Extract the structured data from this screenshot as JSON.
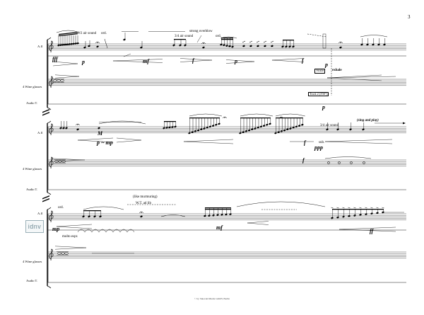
{
  "page": {
    "page_number": "3",
    "footer": "© by Sikorski Musik GmbH, Berlin",
    "watermark_logo": "idnv"
  },
  "instruments": {
    "flute": "A.fl",
    "glasses": "4 Wine glasses",
    "audio": "Audio T."
  },
  "system1": {
    "half_air": "1/2 air sound",
    "ord1": "ord.",
    "three_quarter_air": "3/4 air sound",
    "strong_overblow": "strong overblow",
    "ord2": "ord.",
    "voice_box": "Voice",
    "exhale": "exhale",
    "track_box": "Track 2 (3'50\")",
    "dyn_fff": "fff",
    "dyn_p1": "p",
    "dyn_mf": "mf",
    "dyn_f": "f",
    "dyn_p2": "p",
    "dyn_fz": "f",
    "dyn_p3": "p",
    "dyn_p4": "p"
  },
  "system2": {
    "sing_play": "(sing and play)",
    "three_quarter_air": "3/4 air sound",
    "sub": "sub.",
    "dyn_M": "M",
    "dyn_p_mp": "p ~ mp",
    "dyn_f": "f",
    "dyn_ppp": "ppp",
    "dyn_f2": "f"
  },
  "system3": {
    "ord": "ord.",
    "like_murmuring": "(like murmuring)",
    "wt_ad_lib": "W.T. ad lib",
    "molto_espr": "molto espr.",
    "dyn_mp": "mp",
    "dyn_mf": "mf",
    "dyn_ff": "ff"
  }
}
